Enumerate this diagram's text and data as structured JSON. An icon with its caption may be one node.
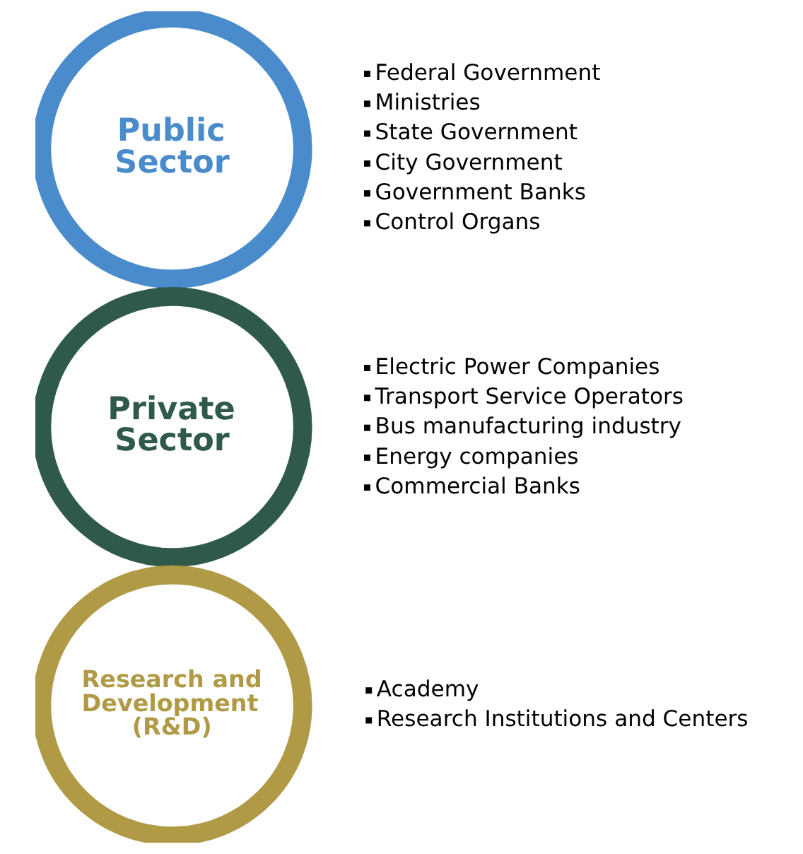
{
  "diagram": {
    "nodes": [
      {
        "text": [
          "Public Sector"
        ],
        "beside": [
          "Federal Government",
          "Ministries",
          "State Government",
          "City Government",
          "Government Banks",
          "Control Organs"
        ]
      },
      {
        "text": [
          "Private Sector"
        ],
        "beside": [
          "Electric Power Companies",
          "Transport Service Operators",
          "Bus manufacturing industry",
          "Energy companies",
          "Commercial Banks"
        ]
      },
      {
        "text": [
          "Research and Development (R&D)"
        ],
        "beside": [
          "Academy",
          "Research Institutions and Centers"
        ]
      }
    ]
  }
}
